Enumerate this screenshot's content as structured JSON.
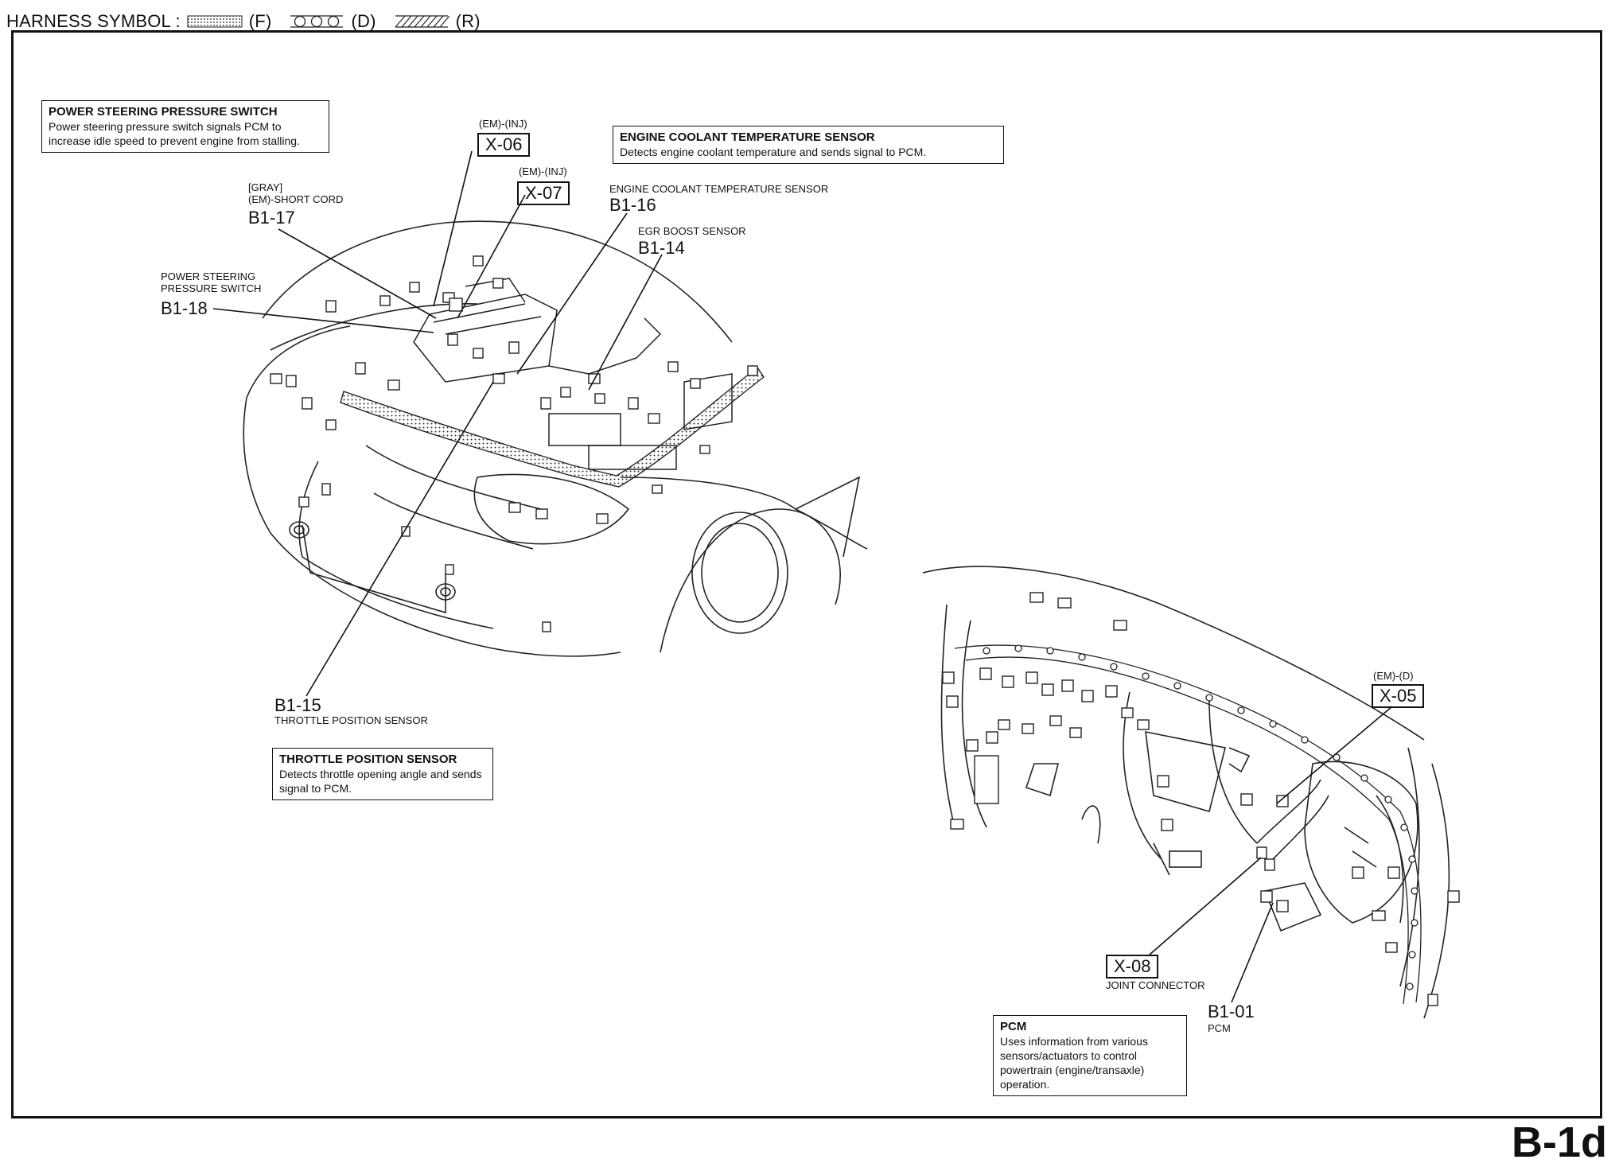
{
  "legend": {
    "title": "HARNESS SYMBOL :",
    "items": [
      {
        "code": "(F)",
        "pattern": "dotted"
      },
      {
        "code": "(D)",
        "pattern": "circles"
      },
      {
        "code": "(R)",
        "pattern": "hatched"
      }
    ]
  },
  "page_code": "B-1d",
  "callouts": {
    "ps_switch": {
      "title": "POWER STEERING PRESSURE SWITCH",
      "body": "Power steering pressure switch signals PCM to increase idle speed to prevent engine from stalling."
    },
    "ect_sensor": {
      "title": "ENGINE COOLANT TEMPERATURE SENSOR",
      "body": "Detects engine coolant temperature and sends signal to PCM."
    },
    "tp_sensor": {
      "title": "THROTTLE POSITION SENSOR",
      "body": "Detects throttle opening angle and sends signal to PCM."
    },
    "pcm": {
      "title": "PCM",
      "body": "Uses information from various sensors/actuators to control powertrain (engine/transaxle) operation."
    }
  },
  "connectors": {
    "x06": {
      "tag": "(EM)-(INJ)",
      "code": "X-06"
    },
    "x07": {
      "tag": "(EM)-(INJ)",
      "code": "X-07"
    },
    "x05": {
      "tag": "(EM)-(D)",
      "code": "X-05"
    },
    "x08": {
      "code": "X-08",
      "desc": "JOINT CONNECTOR"
    },
    "b117": {
      "desc": "[GRAY]\n(EM)-SHORT CORD",
      "code": "B1-17"
    },
    "b118": {
      "desc": "POWER STEERING\nPRESSURE SWITCH",
      "code": "B1-18"
    },
    "b116": {
      "desc": "ENGINE COOLANT TEMPERATURE SENSOR",
      "code": "B1-16"
    },
    "b114": {
      "desc": "EGR BOOST SENSOR",
      "code": "B1-14"
    },
    "b115": {
      "code": "B1-15",
      "desc": "THROTTLE POSITION SENSOR"
    },
    "b101": {
      "code": "B1-01",
      "desc": "PCM"
    }
  }
}
